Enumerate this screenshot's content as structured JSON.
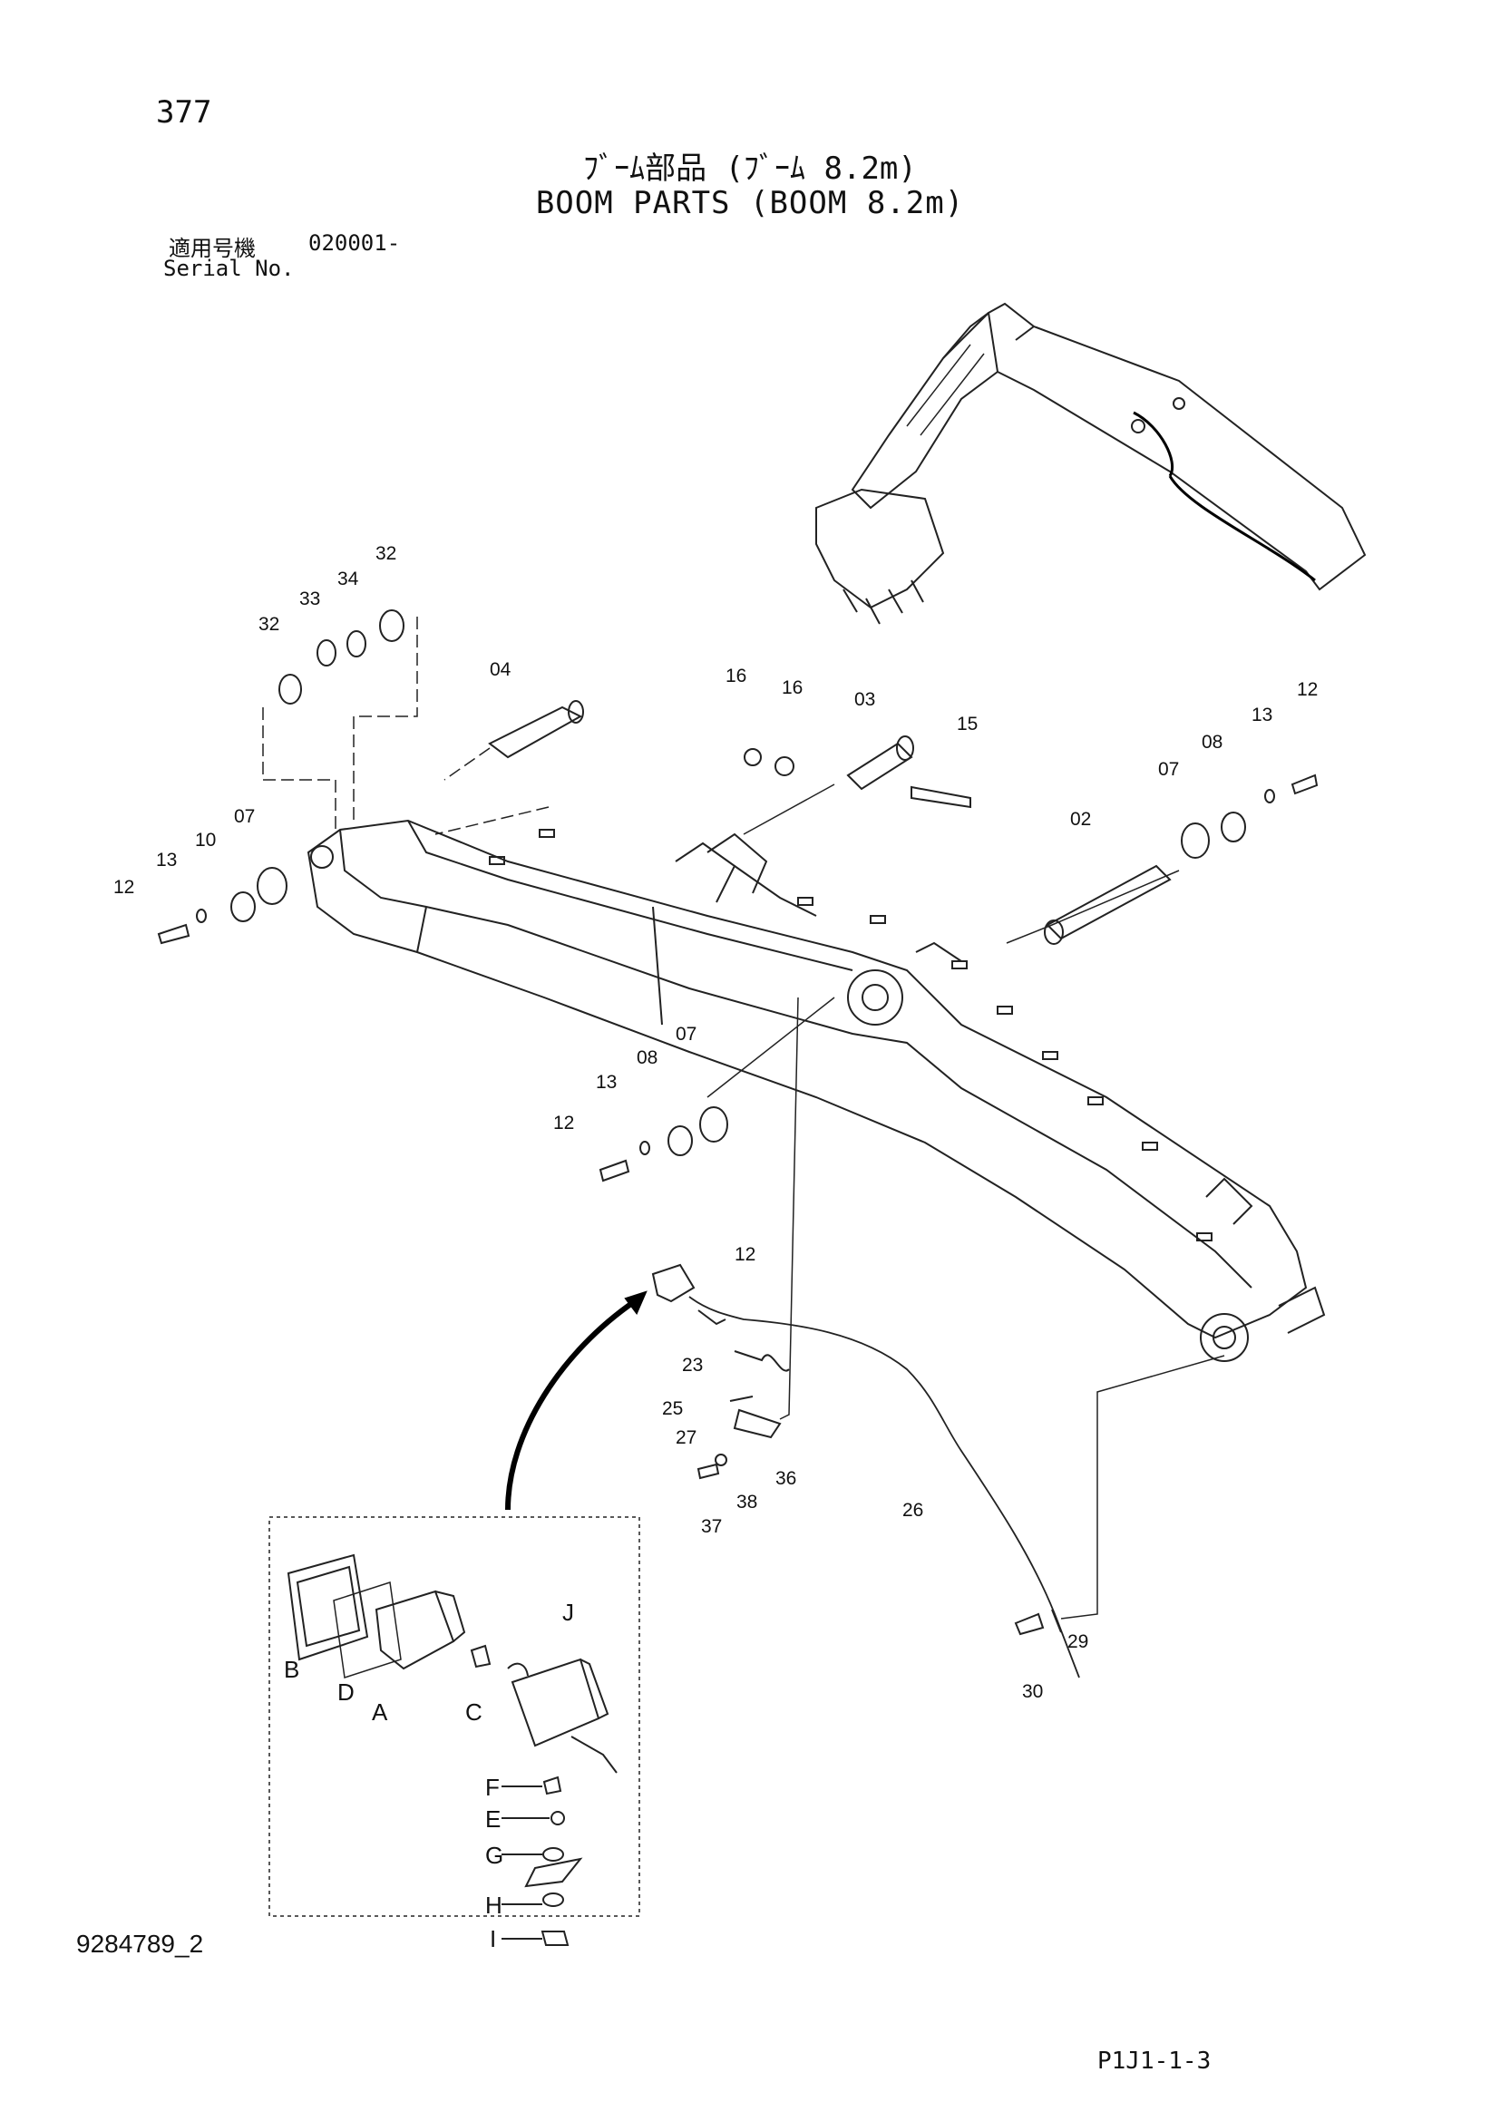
{
  "header": {
    "page_number": "377",
    "title_jp": "ﾌﾞｰﾑ部品 (ﾌﾞｰﾑ 8.2m)",
    "title_en": "BOOM PARTS (BOOM 8.2m)",
    "serial_label_jp": "適用号機",
    "serial_value": "020001-",
    "serial_label_en": "Serial No."
  },
  "callouts": [
    {
      "id": "c-32a",
      "label": "32"
    },
    {
      "id": "c-33",
      "label": "33"
    },
    {
      "id": "c-34",
      "label": "34"
    },
    {
      "id": "c-32b",
      "label": "32"
    },
    {
      "id": "c-04",
      "label": "04"
    },
    {
      "id": "c-16a",
      "label": "16"
    },
    {
      "id": "c-16b",
      "label": "16"
    },
    {
      "id": "c-03",
      "label": "03"
    },
    {
      "id": "c-15",
      "label": "15"
    },
    {
      "id": "c-12a",
      "label": "12"
    },
    {
      "id": "c-13a",
      "label": "13"
    },
    {
      "id": "c-08a",
      "label": "08"
    },
    {
      "id": "c-07a",
      "label": "07"
    },
    {
      "id": "c-02",
      "label": "02"
    },
    {
      "id": "c-07b",
      "label": "07"
    },
    {
      "id": "c-10",
      "label": "10"
    },
    {
      "id": "c-13b",
      "label": "13"
    },
    {
      "id": "c-12b",
      "label": "12"
    },
    {
      "id": "c-07c",
      "label": "07"
    },
    {
      "id": "c-08b",
      "label": "08"
    },
    {
      "id": "c-13c",
      "label": "13"
    },
    {
      "id": "c-12c",
      "label": "12"
    },
    {
      "id": "c-12d",
      "label": "12"
    },
    {
      "id": "c-23",
      "label": "23"
    },
    {
      "id": "c-25",
      "label": "25"
    },
    {
      "id": "c-27",
      "label": "27"
    },
    {
      "id": "c-36",
      "label": "36"
    },
    {
      "id": "c-38",
      "label": "38"
    },
    {
      "id": "c-37",
      "label": "37"
    },
    {
      "id": "c-26",
      "label": "26"
    },
    {
      "id": "c-29",
      "label": "29"
    },
    {
      "id": "c-30",
      "label": "30"
    }
  ],
  "lamp_labels": [
    {
      "id": "l-J",
      "label": "J"
    },
    {
      "id": "l-B",
      "label": "B"
    },
    {
      "id": "l-D",
      "label": "D"
    },
    {
      "id": "l-A",
      "label": "A"
    },
    {
      "id": "l-C",
      "label": "C"
    },
    {
      "id": "l-F",
      "label": "F"
    },
    {
      "id": "l-E",
      "label": "E"
    },
    {
      "id": "l-G",
      "label": "G"
    },
    {
      "id": "l-H",
      "label": "H"
    },
    {
      "id": "l-I",
      "label": "I"
    }
  ],
  "footer": {
    "drawing_code": "9284789_2",
    "sheet_code": "P1J1-1-3"
  }
}
